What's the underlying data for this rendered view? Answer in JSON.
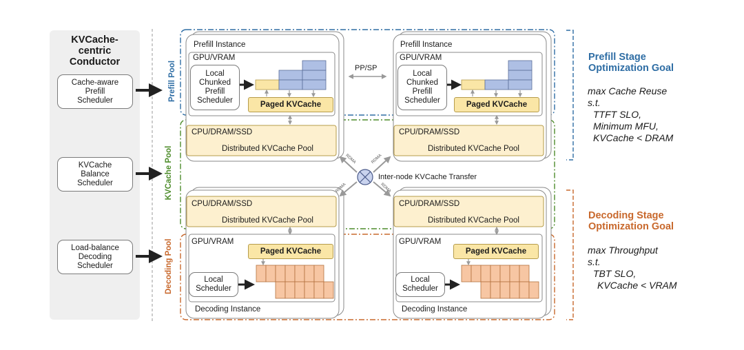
{
  "conductor": {
    "title": "KVCache-\ncentric\nConductor",
    "schedulers": [
      "Cache-aware\nPrefill\nScheduler",
      "KVCache\nBalance\nScheduler",
      "Load-balance\nDecoding\nScheduler"
    ]
  },
  "pools": {
    "prefill": "Prefill Pool",
    "kvcache": "KVCache Pool",
    "decoding": "Decoding Pool"
  },
  "colors": {
    "prefill": "#2e6da4",
    "kvcache": "#4d8c2a",
    "decoding": "#c8682c",
    "block_blue": "#aebfe4",
    "block_orange": "#f7c6a3",
    "block_yellow": "#fae6a6"
  },
  "prefill_instance": {
    "title": "Prefill Instance",
    "gpu": "GPU/VRAM",
    "scheduler": "Local\nChunked\nPrefill\nScheduler",
    "paged": "Paged KVCache",
    "cpu": "CPU/DRAM/SSD",
    "pool": "Distributed KVCache Pool"
  },
  "decoding_instance": {
    "title": "Decoding Instance",
    "gpu": "GPU/VRAM",
    "scheduler": "Local\nScheduler",
    "paged": "Paged KVCache",
    "cpu": "CPU/DRAM/SSD",
    "pool": "Distributed KVCache Pool"
  },
  "pp_sp": "PP/SP",
  "rdma": "RDMA",
  "transfer_label": "Inter-node KVCache Transfer",
  "prefill_goal": {
    "title": "Prefill Stage\nOptimization Goal",
    "lines": [
      "max Cache Reuse",
      "s.t.",
      "TTFT SLO,",
      "Minimum MFU,",
      "KVCache < DRAM"
    ]
  },
  "decoding_goal": {
    "title": "Decoding Stage\nOptimization Goal",
    "lines": [
      "max Throughput",
      "s.t.",
      "TBT SLO,",
      "KVCache < VRAM"
    ]
  }
}
